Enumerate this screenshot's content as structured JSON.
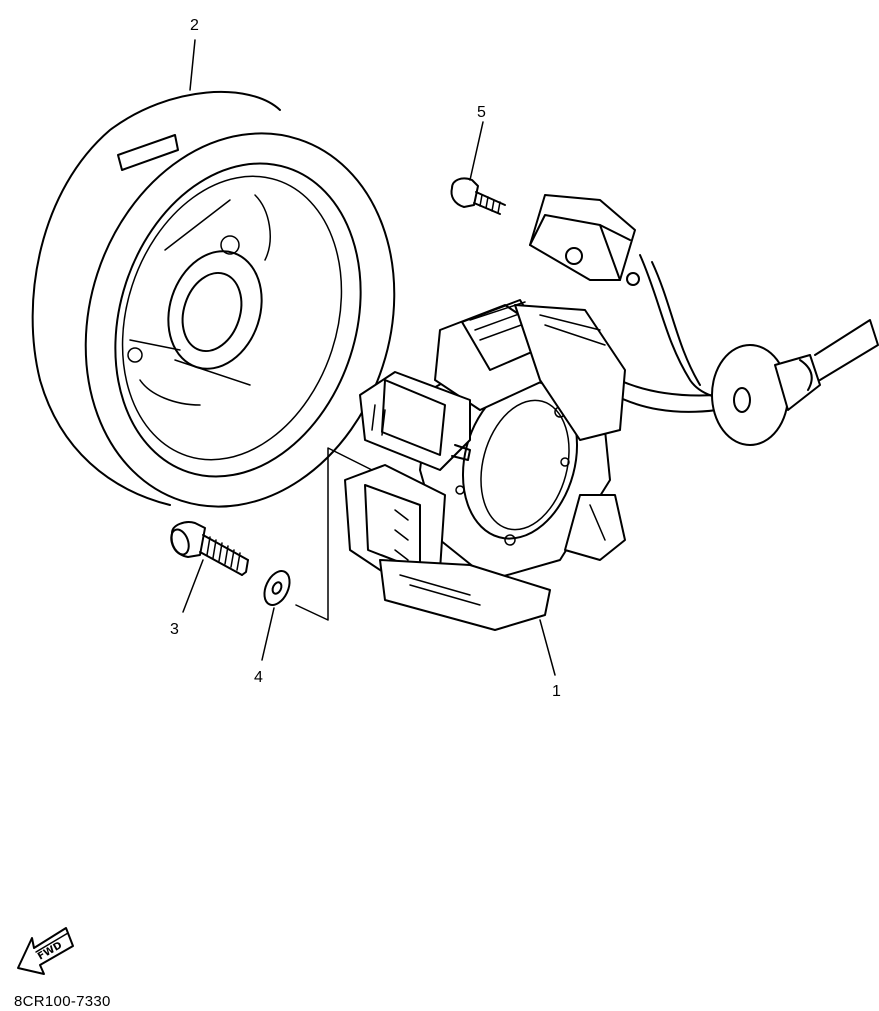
{
  "callouts": {
    "part1": "1",
    "part2": "2",
    "part3": "3",
    "part4": "4",
    "part5": "5"
  },
  "fwd_label": "FWD",
  "diagram_code": "8CR100-7330"
}
